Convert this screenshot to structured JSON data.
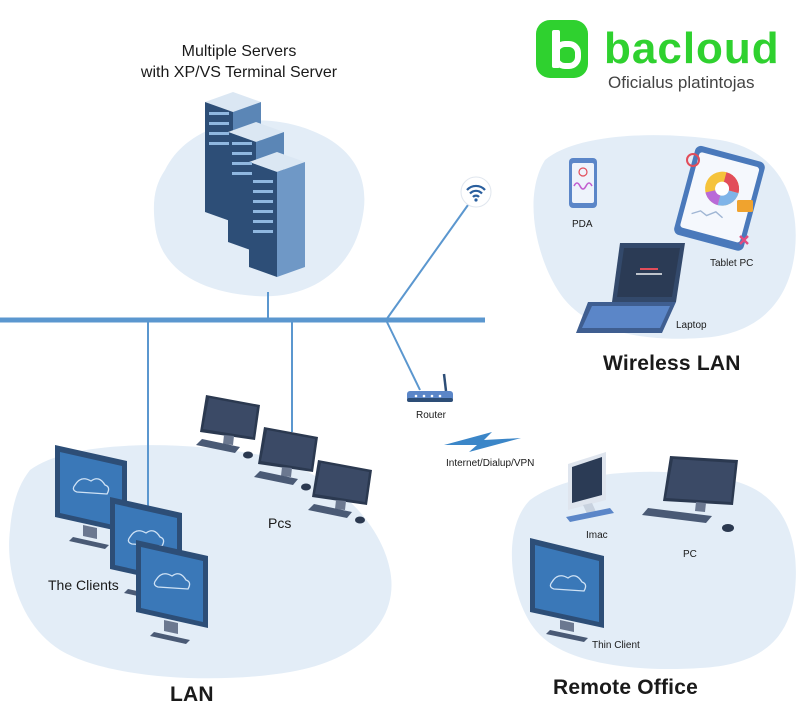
{
  "brand": {
    "name": "bacloud",
    "tagline": "Oficialus platintojas",
    "color": "#2fd12f"
  },
  "servers": {
    "title_line1": "Multiple Servers",
    "title_line2": "with XP/VS Terminal Server"
  },
  "wireless": {
    "title": "Wireless LAN",
    "pda": "PDA",
    "tablet": "Tablet PC",
    "laptop": "Laptop"
  },
  "network": {
    "router": "Router",
    "link": "Internet/Dialup/VPN"
  },
  "lan": {
    "title": "LAN",
    "clients": "The Clients",
    "pcs": "Pcs"
  },
  "remote": {
    "title": "Remote Office",
    "imac": "Imac",
    "pc": "PC",
    "thin_client": "Thin Client"
  },
  "colors": {
    "blob": "#e3edf7",
    "line": "#5b97cf",
    "screen": "#3a78b8"
  }
}
